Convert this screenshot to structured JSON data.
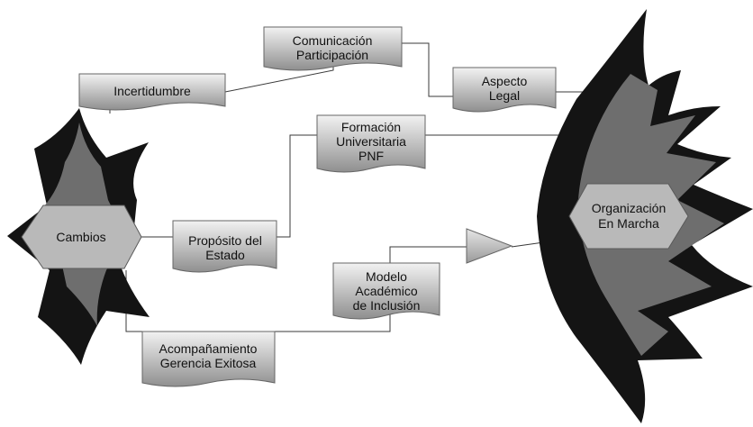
{
  "colors": {
    "star_dark": "#141414",
    "star_mid": "#6e6e6e",
    "hex_fill": "#b9b9b9",
    "box_top": "#f2f2f2",
    "box_bottom": "#8f8f8f",
    "connector": "#3a3a3a"
  },
  "nodes": {
    "cambios": "Cambios",
    "incertidumbre": "Incertidumbre",
    "comunicacion": [
      "Comunicación",
      "Participación"
    ],
    "aspecto_legal": [
      "Aspecto",
      "Legal"
    ],
    "formacion": [
      "Formación",
      "Universitaria",
      "PNF"
    ],
    "proposito": [
      "Propósito del",
      "Estado"
    ],
    "modelo": [
      "Modelo",
      "Académico",
      "de Inclusión"
    ],
    "acompanamiento": [
      "Acompañamiento",
      "Gerencia Exitosa"
    ],
    "organizacion": [
      "Organización",
      "En Marcha"
    ]
  }
}
